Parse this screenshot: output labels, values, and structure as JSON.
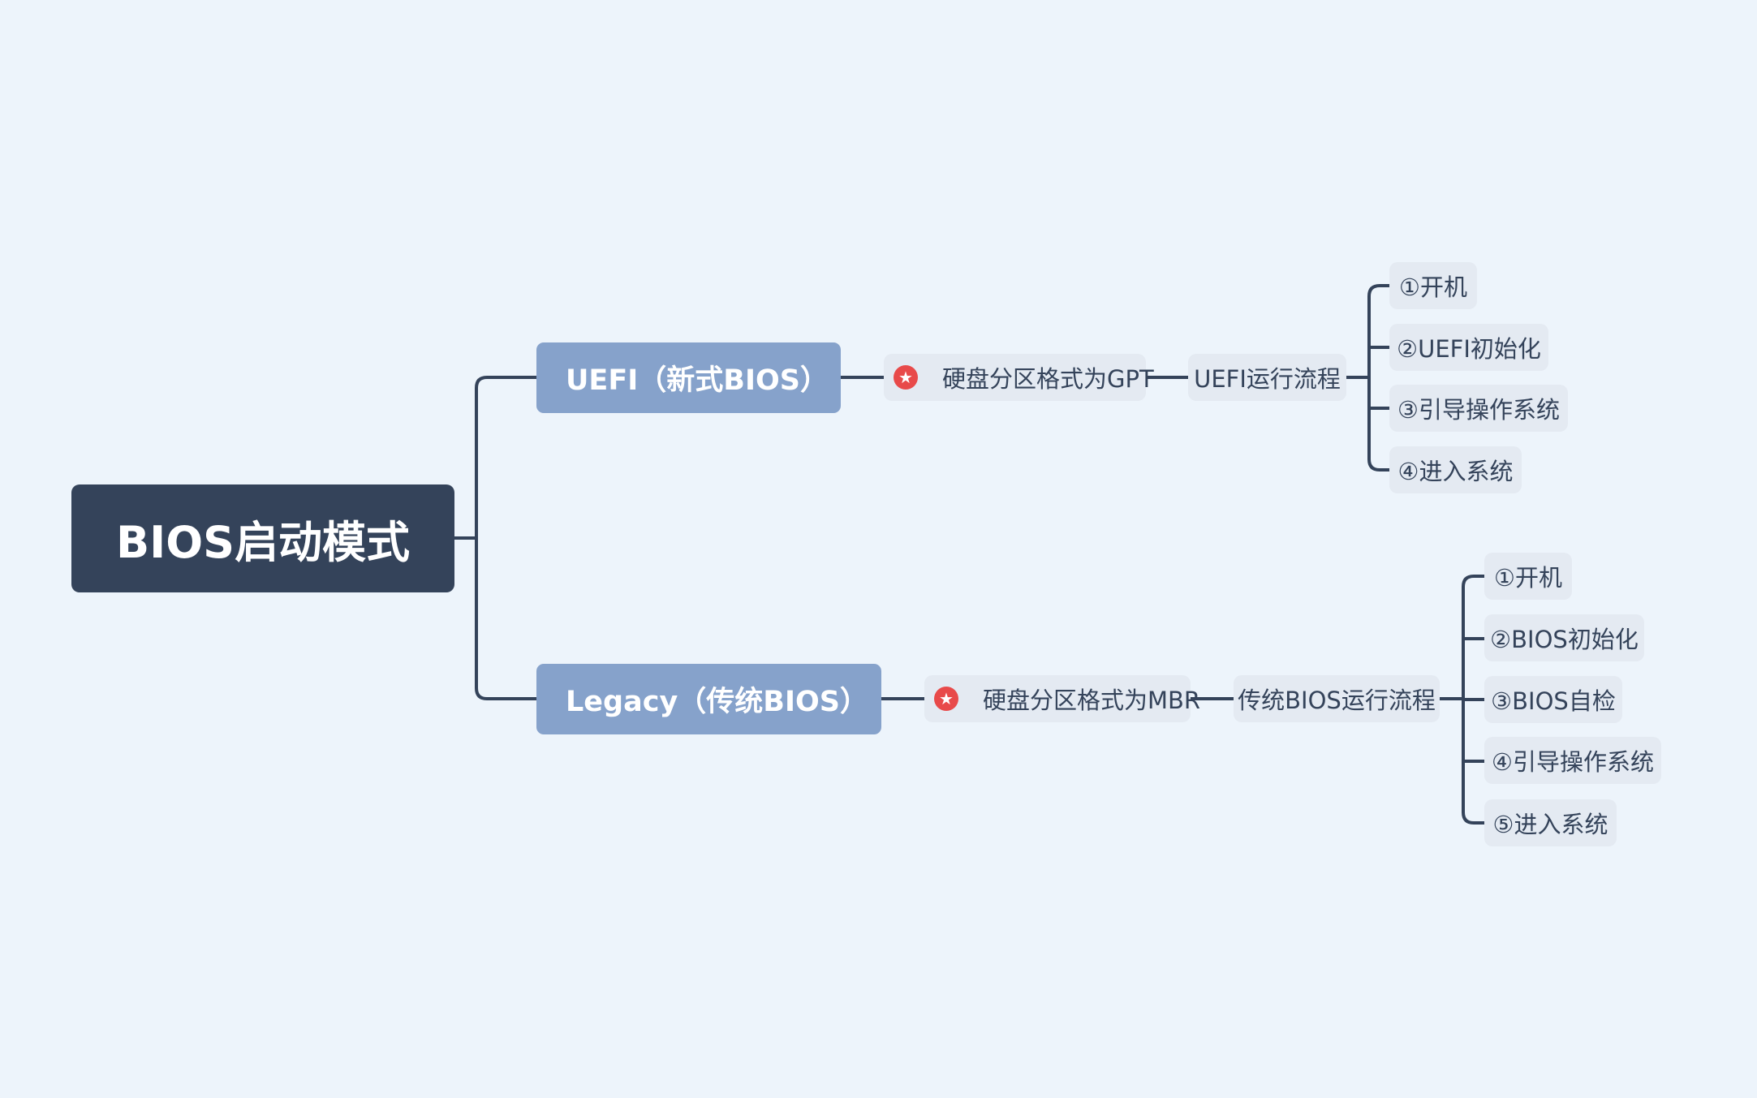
{
  "root": {
    "label": "BIOS启动模式"
  },
  "branches": [
    {
      "label": "UEFI（新式BIOS）",
      "partition": {
        "marker": "star-marker-icon",
        "label": "硬盘分区格式为GPT"
      },
      "flow": {
        "label": "UEFI运行流程",
        "steps": [
          "①开机",
          "②UEFI初始化",
          "③引导操作系统",
          "④进入系统"
        ]
      }
    },
    {
      "label": "Legacy（传统BIOS）",
      "partition": {
        "marker": "star-marker-icon",
        "label": "硬盘分区格式为MBR"
      },
      "flow": {
        "label": "传统BIOS运行流程",
        "steps": [
          "①开机",
          "②BIOS初始化",
          "③BIOS自检",
          "④引导操作系统",
          "⑤进入系统"
        ]
      }
    }
  ],
  "colors": {
    "background": "#edf4fb",
    "root": "#34435a",
    "branch": "#86a2cb",
    "topic": "#e4eaf2",
    "line": "#34435a",
    "marker": "#e84a4a"
  }
}
